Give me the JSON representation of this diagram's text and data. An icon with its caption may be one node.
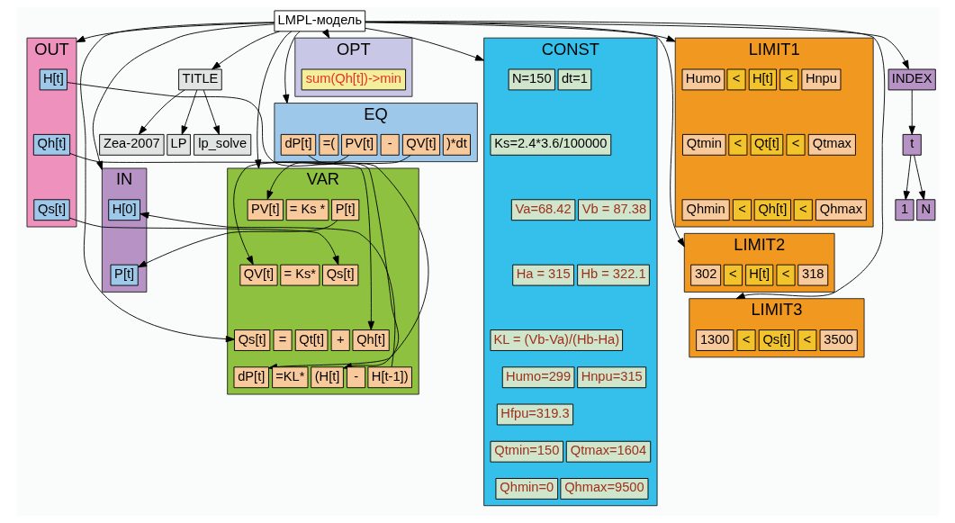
{
  "diagram": {
    "nodes": [
      {
        "text": [
          "LMPL-модель"
        ]
      },
      {
        "text": [
          "TITLE"
        ]
      },
      {
        "text": [
          "Zea-2007"
        ]
      },
      {
        "text": [
          "LP"
        ]
      },
      {
        "text": [
          "lp_solve"
        ]
      },
      {
        "text": [
          "IN"
        ]
      },
      {
        "text": [
          "H[0]"
        ],
        "in": 5
      },
      {
        "text": [
          "P[t]"
        ],
        "in": 5
      },
      {
        "text": [
          "OUT"
        ]
      },
      {
        "text": [
          "H[t]"
        ],
        "in": 8
      },
      {
        "text": [
          "Qh[t]"
        ],
        "in": 8
      },
      {
        "text": [
          "Qs[t]"
        ],
        "in": 8
      },
      {
        "text": [
          "CONST"
        ]
      },
      {
        "text": [
          "N=150"
        ],
        "in": 12
      },
      {
        "text": [
          "dt=1"
        ],
        "in": 12
      },
      {
        "text": [
          "Ks=2.4*3.6/100000"
        ],
        "in": 12
      },
      {
        "text": [
          "Va=68.42"
        ],
        "in": 12
      },
      {
        "text": [
          "Vb = 87.38"
        ],
        "in": 12
      },
      {
        "text": [
          "Ha = 315"
        ],
        "in": 12
      },
      {
        "text": [
          "Hb = 322.1"
        ],
        "in": 12
      },
      {
        "text": [
          "KL = (Vb-Va)/(Hb-Ha)"
        ],
        "in": 12
      },
      {
        "text": [
          "Humo=299"
        ],
        "in": 12
      },
      {
        "text": [
          "Hnpu=315"
        ],
        "in": 12
      },
      {
        "text": [
          "Hfpu=319.3"
        ],
        "in": 12
      },
      {
        "text": [
          "Qtmin=150"
        ],
        "in": 12
      },
      {
        "text": [
          "Qtmax=1604"
        ],
        "in": 12
      },
      {
        "text": [
          "Qhmin=0"
        ],
        "in": 12
      },
      {
        "text": [
          "Qhmax=9500"
        ],
        "in": 12
      },
      {
        "text": [
          "OPT"
        ]
      },
      {
        "text": [
          "sum(Qh[t])->min"
        ],
        "in": 28
      },
      {
        "text": [
          "EQ"
        ]
      },
      {
        "text": [
          "dP[t]"
        ],
        "in": 30
      },
      {
        "text": [
          "=("
        ],
        "in": 30
      },
      {
        "text": [
          "PV[t]"
        ],
        "in": 30
      },
      {
        "text": [
          "-"
        ],
        "in": 30
      },
      {
        "text": [
          "QV[t]"
        ],
        "in": 30
      },
      {
        "text": [
          ")*dt"
        ],
        "in": 30
      },
      {
        "text": [
          "VAR"
        ]
      },
      {
        "text": [
          "PV[t]"
        ],
        "in": 37
      },
      {
        "text": [
          "= Ks *"
        ],
        "in": 37
      },
      {
        "text": [
          "P[t]"
        ],
        "in": 37
      },
      {
        "text": [
          "QV[t]"
        ],
        "in": 37
      },
      {
        "text": [
          "= Ks*"
        ],
        "in": 37
      },
      {
        "text": [
          "Qs[t]"
        ],
        "in": 37
      },
      {
        "text": [
          "Qs[t]"
        ],
        "in": 37
      },
      {
        "text": [
          "="
        ],
        "in": 37
      },
      {
        "text": [
          "Qt[t]"
        ],
        "in": 37
      },
      {
        "text": [
          "+"
        ],
        "in": 37
      },
      {
        "text": [
          "Qh[t]"
        ],
        "in": 37
      },
      {
        "text": [
          "dP[t]"
        ],
        "in": 37
      },
      {
        "text": [
          "=KL*"
        ],
        "in": 37
      },
      {
        "text": [
          "(H[t]"
        ],
        "in": 37
      },
      {
        "text": [
          "-"
        ],
        "in": 37
      },
      {
        "text": [
          "H[t-1])"
        ],
        "in": 37
      },
      {
        "text": [
          "LIMIT1"
        ]
      },
      {
        "text": [
          "Humo"
        ],
        "in": 54
      },
      {
        "text": [
          "<"
        ],
        "in": 54
      },
      {
        "text": [
          "H[t]"
        ],
        "in": 54
      },
      {
        "text": [
          "<"
        ],
        "in": 54
      },
      {
        "text": [
          "Hnpu"
        ],
        "in": 54
      },
      {
        "text": [
          "Qtmin"
        ],
        "in": 54
      },
      {
        "text": [
          "<"
        ],
        "in": 54
      },
      {
        "text": [
          "Qt[t]"
        ],
        "in": 54
      },
      {
        "text": [
          "<"
        ],
        "in": 54
      },
      {
        "text": [
          "Qtmax"
        ],
        "in": 54
      },
      {
        "text": [
          "Qhmin"
        ],
        "in": 54
      },
      {
        "text": [
          "<"
        ],
        "in": 54
      },
      {
        "text": [
          "Qh[t]"
        ],
        "in": 54
      },
      {
        "text": [
          "<"
        ],
        "in": 54
      },
      {
        "text": [
          "Qhmax"
        ],
        "in": 54
      },
      {
        "text": [
          "LIMIT2"
        ]
      },
      {
        "text": [
          "302"
        ],
        "in": 70
      },
      {
        "text": [
          "<"
        ],
        "in": 70
      },
      {
        "text": [
          "H[t]"
        ],
        "in": 70
      },
      {
        "text": [
          "<"
        ],
        "in": 70
      },
      {
        "text": [
          "318"
        ],
        "in": 70
      },
      {
        "text": [
          "LIMIT3"
        ]
      },
      {
        "text": [
          "1300"
        ],
        "in": 76
      },
      {
        "text": [
          "<"
        ],
        "in": 76
      },
      {
        "text": [
          "Qs[t]"
        ],
        "in": 76
      },
      {
        "text": [
          "<"
        ],
        "in": 76
      },
      {
        "text": [
          "3500"
        ],
        "in": 76
      },
      {
        "text": [
          "INDEX"
        ]
      },
      {
        "text": [
          "t"
        ]
      },
      {
        "text": [
          "1"
        ]
      },
      {
        "text": [
          "N"
        ]
      }
    ],
    "edges": [
      {
        "from": 0,
        "to": 1,
        "arrow": "to"
      },
      {
        "from": 0,
        "to": 5,
        "arrow": "to"
      },
      {
        "from": 0,
        "to": 8,
        "arrow": "to"
      },
      {
        "from": 0,
        "to": 12,
        "arrow": "to"
      },
      {
        "from": 0,
        "to": 28,
        "arrow": "to"
      },
      {
        "from": 0,
        "to": 30,
        "arrow": "to"
      },
      {
        "from": 0,
        "to": 37,
        "arrow": "to"
      },
      {
        "from": 0,
        "to": 44,
        "arrow": "to"
      },
      {
        "from": 0,
        "to": 54,
        "arrow": "to"
      },
      {
        "from": 0,
        "to": 70,
        "arrow": "to"
      },
      {
        "from": 0,
        "to": 76,
        "arrow": "to"
      },
      {
        "from": 0,
        "to": 82,
        "arrow": "to"
      },
      {
        "from": 1,
        "to": 2,
        "arrow": "to"
      },
      {
        "from": 1,
        "to": 3,
        "arrow": "to"
      },
      {
        "from": 1,
        "to": 4,
        "arrow": "to"
      },
      {
        "from": 82,
        "to": 83,
        "arrow": "to"
      },
      {
        "from": 83,
        "to": 84,
        "arrow": "to"
      },
      {
        "from": 83,
        "to": 85,
        "arrow": "to"
      },
      {
        "from": 31,
        "to": 49,
        "arrow": "to"
      },
      {
        "from": 33,
        "to": 38,
        "arrow": "to"
      },
      {
        "from": 35,
        "to": 41,
        "arrow": "to"
      },
      {
        "from": 40,
        "to": 7,
        "arrow": "to"
      },
      {
        "from": 53,
        "to": 6,
        "arrow": "to"
      },
      {
        "from": 9,
        "to": 51,
        "arrow": "to"
      },
      {
        "from": 10,
        "to": 48,
        "arrow": "to"
      },
      {
        "from": 11,
        "to": 43,
        "arrow": "to"
      }
    ]
  }
}
